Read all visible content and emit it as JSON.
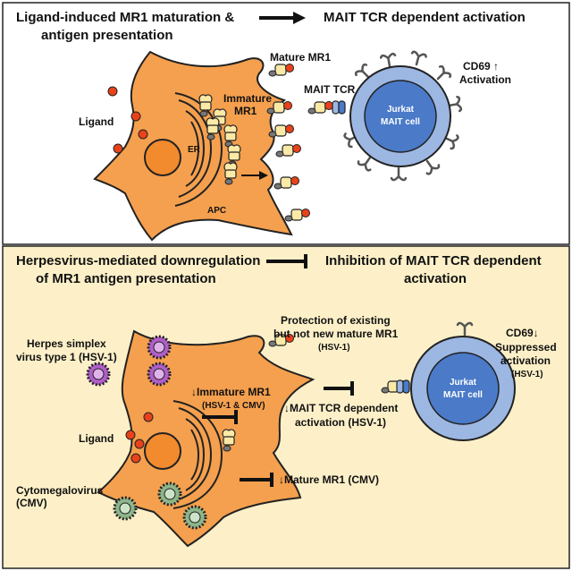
{
  "top_panel": {
    "heading_left_line1": "Ligand-induced MR1 maturation &",
    "heading_left_line2": "antigen presentation",
    "heading_right": "MAIT TCR dependent activation",
    "label_mature_mr1": "Mature MR1",
    "label_mait_tcr": "MAIT TCR",
    "label_immature_line1": "Immature",
    "label_immature_line2": "MR1",
    "label_ligand": "Ligand",
    "label_er": "ER",
    "label_apc": "APC",
    "label_cd69": "CD69 ↑",
    "label_activation": "Activation",
    "cell_line1": "Jurkat",
    "cell_line2": "MAIT cell"
  },
  "bottom_panel": {
    "heading_left_line1": "Herpesvirus-mediated downregulation",
    "heading_left_line2": "of MR1 antigen presentation",
    "heading_right_line1": "Inhibition of MAIT TCR dependent",
    "heading_right_line2": "activation",
    "label_protection_line1": "Protection of existing",
    "label_protection_line2": "but not new mature MR1",
    "label_protection_line3": "(HSV-1)",
    "label_hsv_line1": "Herpes simplex",
    "label_hsv_line2": "virus type 1 (HSV-1)",
    "label_immature_line1": "↓Immature MR1",
    "label_immature_line2": "(HSV-1 & CMV)",
    "label_mait_line1": "↓MAIT TCR dependent",
    "label_mait_line2": "activation (HSV-1)",
    "label_ligand": "Ligand",
    "label_mature": "↓Mature MR1 (CMV)",
    "label_cmv_line1": "Cytomegalovirus",
    "label_cmv_line2": "(CMV)",
    "label_cd69": "CD69↓",
    "label_suppressed_line1": "Suppressed",
    "label_suppressed_line2": "activation",
    "label_suppressed_line3": "(HSV-1)",
    "cell_line1": "Jurkat",
    "cell_line2": "MAIT cell"
  },
  "colors": {
    "apc_fill": "#f5a04e",
    "bottom_background": "#fdf0c8",
    "cell_outer": "#9db7e3",
    "cell_inner": "#4a7ac8",
    "hsv_virus": "#b05fc7",
    "cmv_virus": "#8db58a",
    "ligand": "#e8421b"
  }
}
